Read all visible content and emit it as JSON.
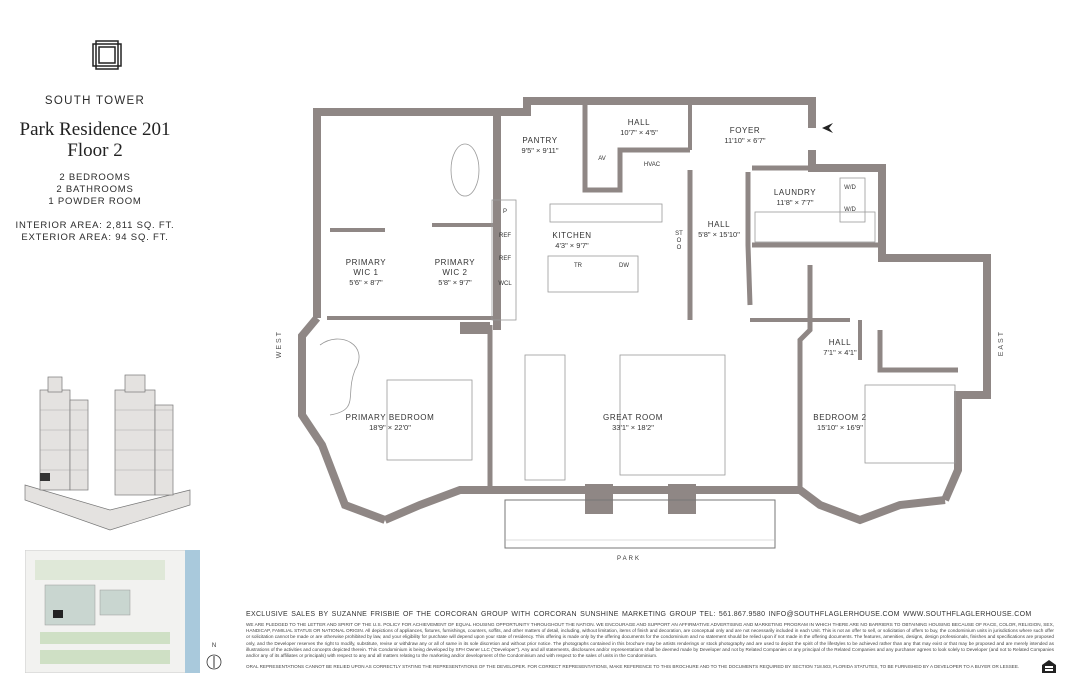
{
  "header": {
    "logo": "square-frame-logo",
    "tower": "SOUTH TOWER",
    "residence": "Park Residence 201",
    "floor": "Floor 2",
    "bedrooms": "2 BEDROOMS",
    "bathrooms": "2 BATHROOMS",
    "powder": "1 POWDER ROOM",
    "interior": "INTERIOR AREA: 2,811 SQ. FT.",
    "exterior": "EXTERIOR AREA: 94 SQ. FT."
  },
  "plan": {
    "wall_color": "#8f8785",
    "rooms": {
      "pantry": {
        "name": "PANTRY",
        "dim": "9'5\" × 9'11\""
      },
      "hall1": {
        "name": "HALL",
        "dim": "10'7\" × 4'5\""
      },
      "foyer": {
        "name": "FOYER",
        "dim": "11'10\" × 6'7\""
      },
      "laundry": {
        "name": "LAUNDRY",
        "dim": "11'8\" × 7'7\""
      },
      "hall2": {
        "name": "HALL",
        "dim": "5'8\" × 15'10\""
      },
      "kitchen": {
        "name": "KITCHEN",
        "dim": "4'3\" × 9'7\""
      },
      "wic1": {
        "name": "PRIMARY WIC 1",
        "dim": "5'6\" × 8'7\""
      },
      "wic2": {
        "name": "PRIMARY WIC 2",
        "dim": "5'8\" × 9'7\""
      },
      "hall3": {
        "name": "HALL",
        "dim": "7'1\" × 4'1\""
      },
      "primary_bedroom": {
        "name": "PRIMARY BEDROOM",
        "dim": "18'9\" × 22'0\""
      },
      "great_room": {
        "name": "GREAT ROOM",
        "dim": "33'1\" × 18'2\""
      },
      "bedroom2": {
        "name": "BEDROOM 2",
        "dim": "15'10\" × 16'9\""
      }
    },
    "fixtures": {
      "av": "AV",
      "hvac": "HVAC",
      "wd": "W/D",
      "p": "P",
      "ref": "REF",
      "wcl": "WCL",
      "sto": "ST O O",
      "tr": "TR",
      "dw": "DW"
    },
    "compass": {
      "west": "WEST",
      "east": "EAST",
      "park": "PARK",
      "north": "N"
    }
  },
  "footer": {
    "sales": "EXCLUSIVE SALES BY SUZANNE FRISBIE OF THE CORCORAN GROUP WITH CORCORAN SUNSHINE MARKETING GROUP   TEL: 561.867.9580   INFO@SOUTHFLAGLERHOUSE.COM   WWW.SOUTHFLAGLERHOUSE.COM",
    "legal": "WE ARE PLEDGED TO THE LETTER AND SPIRIT OF THE U.S. POLICY FOR ACHIEVEMENT OF EQUAL HOUSING OPPORTUNITY THROUGHOUT THE NATION. WE ENCOURAGE AND SUPPORT AN AFFIRMATIVE ADVERTISING AND MARKETING PROGRAM IN WHICH THERE ARE NO BARRIERS TO OBTAINING HOUSING BECAUSE OF RACE, COLOR, RELIGION, SEX, HANDICAP, FAMILIAL STATUS OR NATIONAL ORIGIN. All depictions of appliances, fixtures, furnishings, counters, soffits, and other matters of detail, including, without limitation, items of finish and decoration, are conceptual only and are not necessarily included in each Unit. This is not an offer to sell, or solicitation of offers to buy, the condominium units in jurisdictions where such offer or solicitation cannot be made or are otherwise prohibited by law, and your eligibility for purchase will depend upon your state of residency. This offering is made only by the offering documents for the condominium and no statement should be relied upon if not made in the offering documents. The features, amenities, designs, design professionals, finishes and specifications are proposed only, and the Developer reserves the right to modify, substitute, revise or withdraw any or all of same in its sole discretion and without prior notice. The photographs contained in this brochure may be artists renderings or stock photography and are used to depict the spirit of the lifestyles to be achieved rather than any that may exist or that may be proposed and are merely intended as illustrations of the activities and concepts depicted therein. This Condominium is being developed by SFH Owner LLC (\"Developer\"). Any and all statements, disclosures and/or representations shall be deemed made by Developer and not by Related Companies or any principal of the Related Companies and any purchaser agrees to look solely to Developer (and not to Related Companies and/or any of its affiliates or principals) with respect to any and all matters relating to the marketing and/or development of the Condominium and with respect to the sales of units in the Condominium.",
    "oral": "ORAL REPRESENTATIONS CANNOT BE RELIED UPON AS CORRECTLY STATING THE REPRESENTATIONS OF THE DEVELOPER.  FOR CORRECT REPRESENTATIONS, MAKE REFERENCE TO THIS BROCHURE AND TO THE DOCUMENTS REQUIRED BY SECTION 718.503, FLORIDA STATUTES, TO BE FURNISHED BY A DEVELOPER TO A BUYER OR LESSEE.",
    "equal_housing_icon": "equal-housing-icon"
  }
}
